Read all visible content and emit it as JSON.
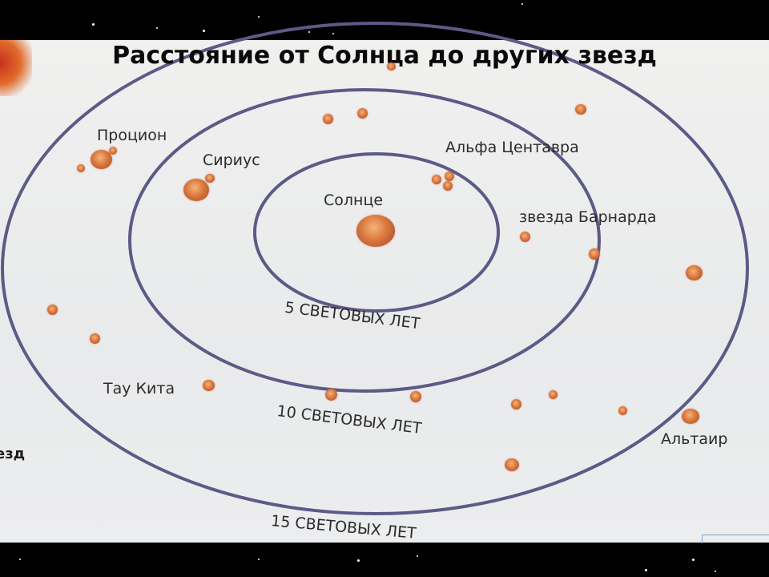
{
  "title": "Расстояние от Солнца до других звезд",
  "edge_fragment": "езд",
  "colors": {
    "background": "#000000",
    "paper": "#ededee",
    "ring": "#5c5a86",
    "star": "#d9783d",
    "text": "#2b2b2b"
  },
  "center": {
    "label": "Солнце"
  },
  "rings": [
    {
      "label": "5 СВЕТОВЫХ ЛЕТ",
      "distance_ly": 5
    },
    {
      "label": "10 СВЕТОВЫХ ЛЕТ",
      "distance_ly": 10
    },
    {
      "label": "15 СВЕТОВЫХ ЛЕТ",
      "distance_ly": 15
    }
  ],
  "stars": [
    {
      "name": "Процион"
    },
    {
      "name": "Сириус"
    },
    {
      "name": "Альфа Центавра"
    },
    {
      "name": "звезда Барнарда"
    },
    {
      "name": "Тау Кита"
    },
    {
      "name": "Альтаир"
    }
  ]
}
